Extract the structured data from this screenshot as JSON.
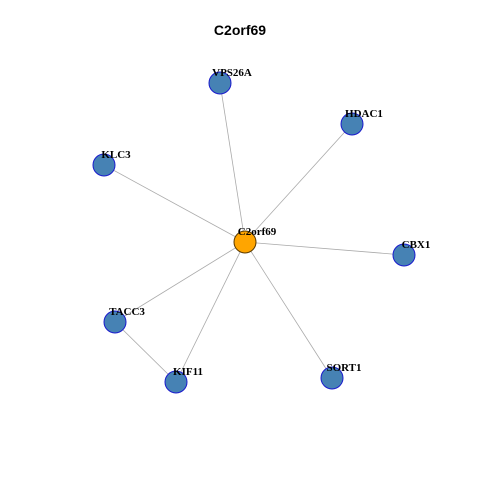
{
  "title": "C2orf69",
  "colors": {
    "center_fill": "#ffa500",
    "center_stroke": "#5a3a00",
    "node_fill": "#4682b4",
    "node_stroke": "#1a1acd",
    "edge": "#aaaaaa"
  },
  "nodes": [
    {
      "id": "C2orf69",
      "label": "C2orf69",
      "center": true
    },
    {
      "id": "VPS26A",
      "label": "VPS26A"
    },
    {
      "id": "HDAC1",
      "label": "HDAC1"
    },
    {
      "id": "KLC3",
      "label": "KLC3"
    },
    {
      "id": "CBX1",
      "label": "CBX1"
    },
    {
      "id": "TACC3",
      "label": "TACC3"
    },
    {
      "id": "KIF11",
      "label": "KIF11"
    },
    {
      "id": "SORT1",
      "label": "SORT1"
    }
  ],
  "edges": [
    [
      "C2orf69",
      "VPS26A"
    ],
    [
      "C2orf69",
      "HDAC1"
    ],
    [
      "C2orf69",
      "KLC3"
    ],
    [
      "C2orf69",
      "CBX1"
    ],
    [
      "C2orf69",
      "TACC3"
    ],
    [
      "C2orf69",
      "KIF11"
    ],
    [
      "C2orf69",
      "SORT1"
    ],
    [
      "TACC3",
      "KIF11"
    ]
  ]
}
